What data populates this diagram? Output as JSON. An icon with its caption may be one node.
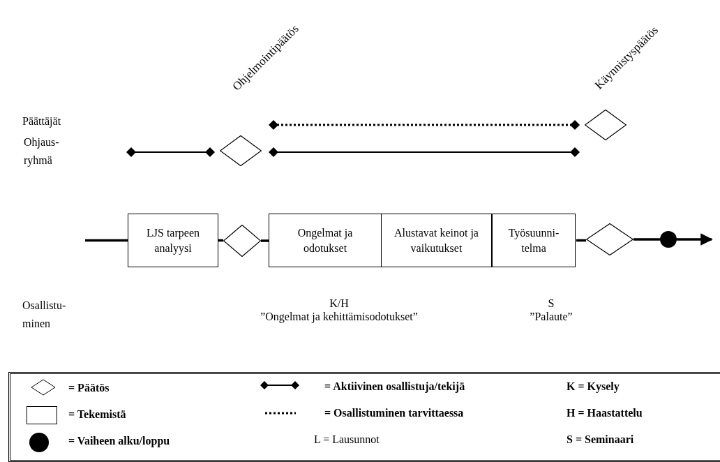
{
  "diagram": {
    "nodes": [
      {
        "text": [],
        "shape": "diamond"
      },
      {
        "text": [],
        "shape": "diamond"
      },
      {
        "text": [
          "LJS tarpeen analyysi"
        ]
      },
      {
        "text": [],
        "shape": "diamond"
      },
      {
        "text": [
          "Ongelmat ja odotukset"
        ]
      },
      {
        "text": [
          "Alustavat keinot ja vaikutukset"
        ]
      },
      {
        "text": [
          "Työsuunni- telma"
        ]
      },
      {
        "text": [],
        "shape": "diamond"
      },
      {
        "text": [],
        "shape": "circle"
      }
    ],
    "edges": [
      {
        "from": null,
        "to": 2,
        "arrow": "none"
      },
      {
        "from": 2,
        "to": 3,
        "arrow": "none"
      },
      {
        "from": 3,
        "to": 4,
        "arrow": "none"
      },
      {
        "from": 6,
        "to": 7,
        "arrow": "none"
      },
      {
        "from": 7,
        "to": 8,
        "arrow": "none"
      },
      {
        "from": 8,
        "to": null,
        "arrow": "to"
      }
    ],
    "labels": [
      "Ohjelmointipäätös",
      "Käynnistyspäätös",
      "Päättäjät",
      "Ohjaus- ryhmä",
      "Osallistu- minen",
      "K/H",
      "”Ongelmat ja kehittämisodotukset”",
      "S",
      "”Palaute”",
      "K = Kysely",
      "H = Haastattelu",
      "L = Lausunnot",
      "S = Seminaari"
    ],
    "legend": [
      {
        "text": "= Päätös"
      },
      {
        "text": "= Aktiivinen osallistuja/tekijä"
      },
      {
        "text": "= Tekemistä"
      },
      {
        "text": "= Osallistuminen tarvittaessa"
      },
      {
        "text": "= Vaiheen alku/loppu"
      }
    ]
  }
}
